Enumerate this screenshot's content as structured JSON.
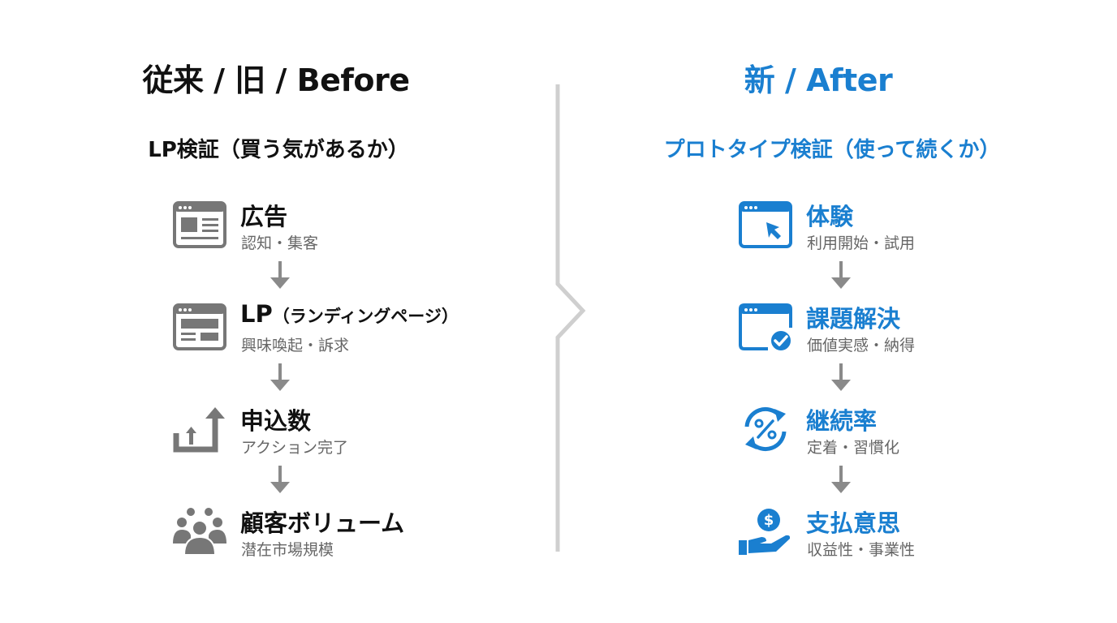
{
  "colors": {
    "before_accent": "#111111",
    "after_accent": "#1a7fd0",
    "icon_gray": "#777777",
    "arrow_gray": "#8a8a8a",
    "desc_gray": "#666666",
    "divider": "#cfcfcf"
  },
  "before": {
    "title": "従来 / 旧 / Before",
    "subtitle": "LP検証（買う気があるか）",
    "steps": [
      {
        "icon": "ad-browser-icon",
        "label": "広告",
        "label_suffix": "",
        "desc": "認知・集客"
      },
      {
        "icon": "landing-page-browser-icon",
        "label": "LP",
        "label_suffix": "（ランディングページ）",
        "desc": "興味喚起・訴求"
      },
      {
        "icon": "upload-growth-arrow-icon",
        "label": "申込数",
        "label_suffix": "",
        "desc": "アクション完了"
      },
      {
        "icon": "people-group-icon",
        "label": "顧客ボリューム",
        "label_suffix": "",
        "desc": "潜在市場規模"
      }
    ]
  },
  "after": {
    "title": "新 / After",
    "subtitle": "プロトタイプ検証（使って続くか）",
    "steps": [
      {
        "icon": "browser-cursor-icon",
        "label": "体験",
        "label_suffix": "",
        "desc": "利用開始・試用"
      },
      {
        "icon": "browser-check-icon",
        "label": "課題解決",
        "label_suffix": "",
        "desc": "価値実感・納得"
      },
      {
        "icon": "percent-cycle-icon",
        "label": "継続率",
        "label_suffix": "",
        "desc": "定着・習慣化"
      },
      {
        "icon": "hand-dollar-coin-icon",
        "label": "支払意思",
        "label_suffix": "",
        "desc": "収益性・事業性"
      }
    ]
  }
}
